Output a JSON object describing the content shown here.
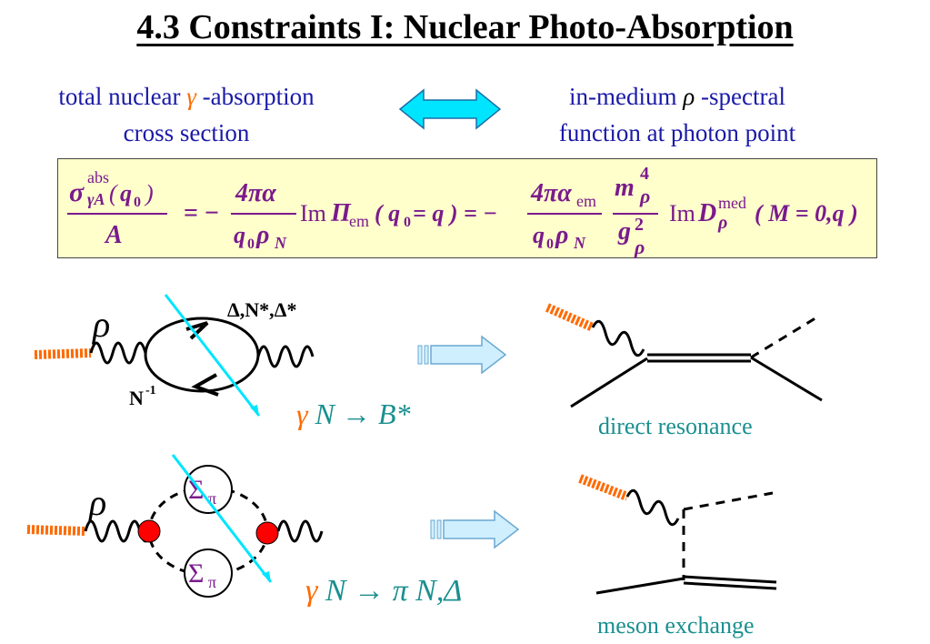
{
  "title": "4.3  Constraints I: Nuclear Photo-Absorption",
  "left_text": {
    "line1_a": "total nuclear ",
    "gamma": "γ",
    "line1_b": " -absorption",
    "line2": "cross section"
  },
  "right_text": {
    "line1_a": "in-medium ",
    "rho": "ρ",
    "line1_b": " -spectral",
    "line2": "function at photon point"
  },
  "formula": {
    "sigma": "σ",
    "abs": "abs",
    "gammaA": "γA",
    "q0": "q",
    "A": "A",
    "four_pi_alpha": "4πα",
    "q0_rhoN": "q",
    "rhoN_sub": "N",
    "Im": "Im",
    "Pi": "Π",
    "em": "em",
    "q0_eq_q": "( q",
    "eq_q": " = q ) = −",
    "m": "m",
    "g": "g",
    "four": "4",
    "two": "2",
    "D": "D",
    "med": "med",
    "M_args": "( M = 0,q )",
    "equals_minus": "= −"
  },
  "diagram1": {
    "rho_label": "ρ",
    "resonances_label": "Δ,N*,Δ*",
    "hole_label": "N",
    "hole_sup": "-1",
    "reaction_gamma": "γ",
    "reaction_rest": " N → ",
    "reaction_B": "B*",
    "caption": "direct resonance"
  },
  "diagram2": {
    "rho_label": "ρ",
    "sigma_pi_top": "Σ",
    "sigma_pi_bottom": "Σ",
    "pi_sub": "π",
    "reaction_gamma": "γ",
    "reaction_rest": " N → ",
    "reaction_pi": "π",
    "reaction_end": " N,Δ",
    "caption": "meson exchange"
  },
  "colors": {
    "blue_text": "#1a1aa8",
    "teal_text": "#1a8f8f",
    "orange": "#ff6a00",
    "purple": "#7a1a8c",
    "cyan": "#00e5ff",
    "red_vertex": "#ff0000",
    "formula_bg": "#ffffcc"
  }
}
